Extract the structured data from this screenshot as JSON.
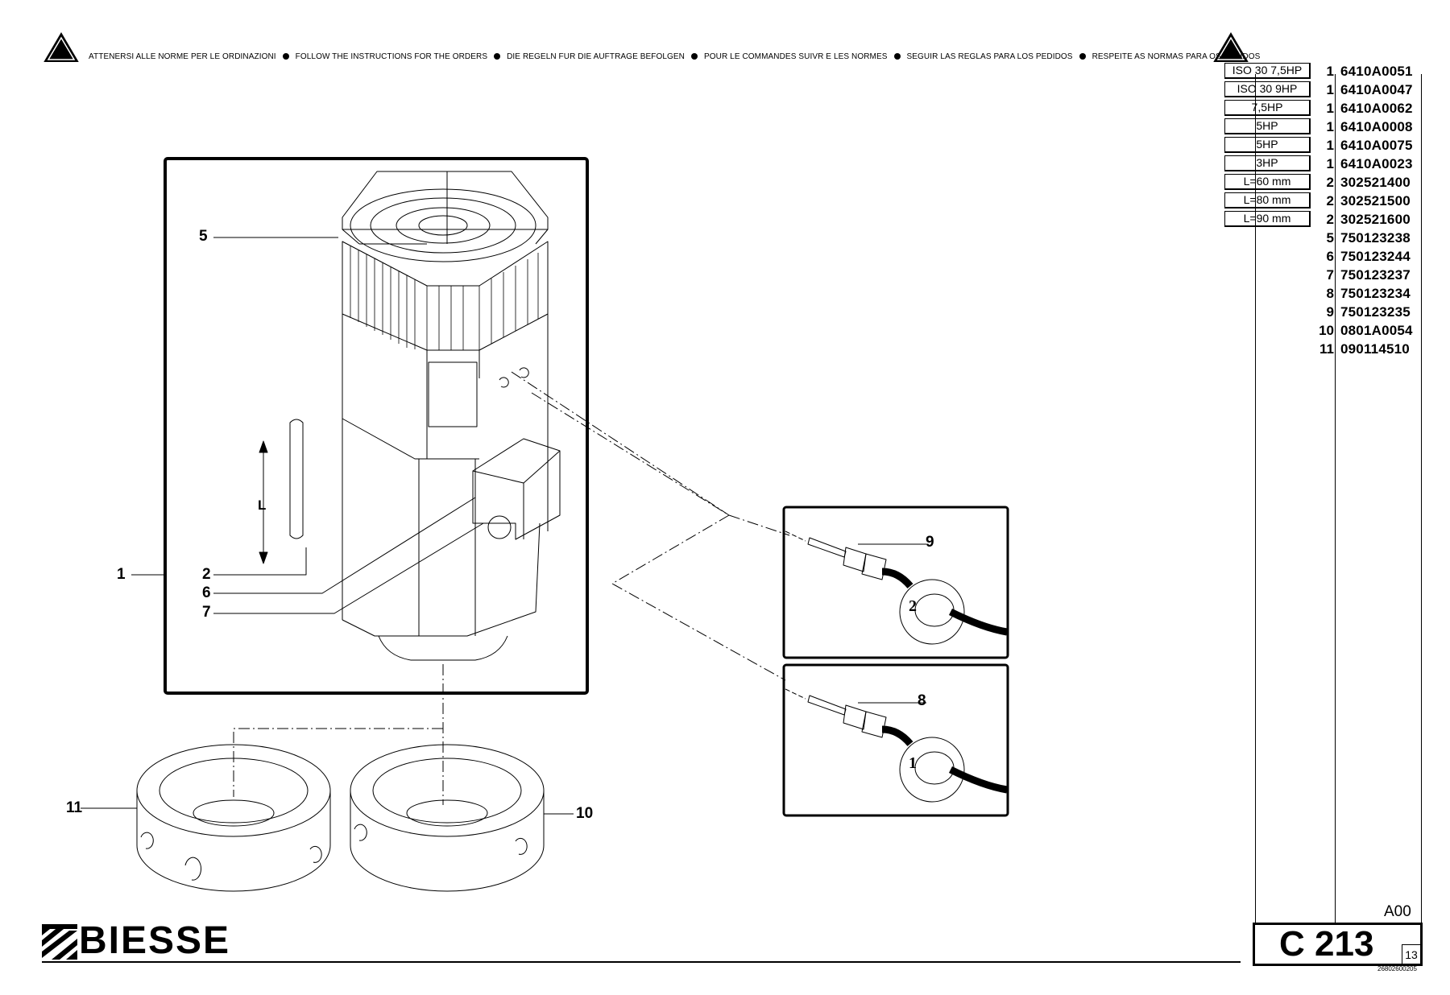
{
  "header": {
    "instructions": [
      "ATTENERSI ALLE NORME PER LE ORDINAZIONI",
      "FOLLOW THE INSTRUCTIONS FOR THE ORDERS",
      "DIE REGELN FUR DIE AUFTRAGE BEFOLGEN",
      "POUR LE COMMANDES SUIVR E LES NORMES",
      "SEGUIR LAS REGLAS PARA LOS PEDIDOS",
      "RESPEITE AS NORMAS PARA OS PEDIDOS"
    ]
  },
  "drawing": {
    "callouts": {
      "c1": "1",
      "c2": "2",
      "c5": "5",
      "c6": "6",
      "c7": "7",
      "c8": "8",
      "c9": "9",
      "c10": "10",
      "c11": "11",
      "dimension": "L",
      "wire_1": "1",
      "wire_2": "2"
    }
  },
  "parts": [
    {
      "desc": "ISO 30 7,5HP",
      "qty": "1",
      "code": "6410A0051"
    },
    {
      "desc": "ISO 30 9HP",
      "qty": "1",
      "code": "6410A0047"
    },
    {
      "desc": "7,5HP",
      "qty": "1",
      "code": "6410A0062"
    },
    {
      "desc": "5HP",
      "qty": "1",
      "code": "6410A0008"
    },
    {
      "desc": "5HP",
      "qty": "1",
      "code": "6410A0075"
    },
    {
      "desc": "3HP",
      "qty": "1",
      "code": "6410A0023"
    },
    {
      "desc": "L=60 mm",
      "qty": "2",
      "code": "302521400"
    },
    {
      "desc": "L=80 mm",
      "qty": "2",
      "code": "302521500"
    },
    {
      "desc": "L=90 mm",
      "qty": "2",
      "code": "302521600"
    },
    {
      "desc": "",
      "qty": "5",
      "code": "750123238"
    },
    {
      "desc": "",
      "qty": "6",
      "code": "750123244"
    },
    {
      "desc": "",
      "qty": "7",
      "code": "750123237"
    },
    {
      "desc": "",
      "qty": "8",
      "code": "750123234"
    },
    {
      "desc": "",
      "qty": "9",
      "code": "750123235"
    },
    {
      "desc": "",
      "qty": "10",
      "code": "0801A0054"
    },
    {
      "desc": "",
      "qty": "11",
      "code": "090114510"
    }
  ],
  "footer": {
    "brand": "BIESSE",
    "revision": "A00",
    "table_code": "C 213",
    "page": "13",
    "doc_number": "26802600205"
  }
}
